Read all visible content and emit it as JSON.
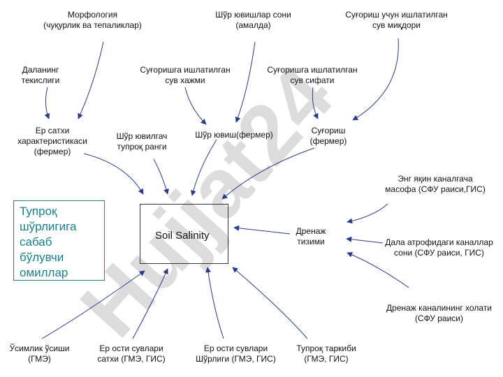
{
  "watermark": {
    "text": "Hujjat24",
    "color": "#d9d9d9",
    "accent": "#c8b8f0"
  },
  "center": {
    "label": "Soil Salinity"
  },
  "legend": {
    "text": "Тупроқ\nшўрлигига\nсабаб\nбўлувчи\nомиллар",
    "color": "#1a7f8a"
  },
  "nodes": {
    "morfologiya": "Морфология\n(чуқурлик ва тепаликлар)",
    "shur_yuvishlar_soni": "Шўр ювишлар сони\n(амалда)",
    "sugorish_uchun_suv_miqdori": "Суғориш учун  ишлатилган\nсув миқдори",
    "dalaning_tekisligi": "Даланинг\nтекислиги",
    "suv_hajmi": "Суғоришга ишлатилган\nсув хажми",
    "suv_sifati": "Суғоришга ишлатилган\nсув сифати",
    "er_satxi": "Ер сатхи\nхарактеристикаси\n(фермер)",
    "shur_yuvilgach": "Шўр ювилгач\nтупроқ ранги",
    "shur_yuvish_fermer": "Шўр ювиш(фермер)",
    "sugorish_fermer": "Суғориш\n(фермер)",
    "kanal_masofa": "Энг яқин каналгача\nмасофа (СФУ раиси,ГИС)",
    "drenaj_tizimi": "Дренаж\nтизими",
    "kanallar_soni": "Дала атрофидаги каналлар\nсони (СФУ раиси, ГИС)",
    "kanal_holati": "Дренаж каналининг холати\n(СФУ раиси)",
    "usimlik": "Ўсимлик ўсиши\n(ГМЭ)",
    "suvlari_satxi": "Ер ости сувлари\nсатхи (ГМЭ, ГИС)",
    "suvlari_shurligi": "Ер ости сувлари\nШўрлиги (ГМЭ, ГИС)",
    "tarkibi": "Тупроқ таркиби\n(ГМЭ, ГИС)"
  },
  "arrow_color": "#2a3a8c"
}
